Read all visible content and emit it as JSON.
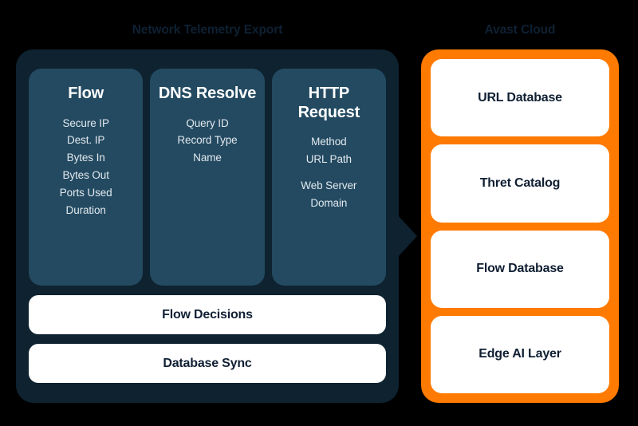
{
  "diagram": {
    "background_color": "#000000",
    "accent_orange": "#FF7A00",
    "panel_navy": "#0E2230",
    "card_slate": "#234A61",
    "text_dark": "#101F33"
  },
  "left": {
    "title": "Network Telemetry Export",
    "protocol_cards": [
      {
        "title": "Flow",
        "items": [
          "Secure IP",
          "Dest. IP",
          "Bytes In",
          "Bytes Out",
          "Ports Used",
          "Duration"
        ]
      },
      {
        "title": "DNS\nResolve",
        "items": [
          "Query ID",
          "Record Type",
          "Name"
        ]
      },
      {
        "title": "HTTP\nRequest",
        "items": [
          "Method",
          "URL Path",
          "Web Server\nDomain"
        ]
      }
    ],
    "action_bars": [
      {
        "label": "Flow Decisions"
      },
      {
        "label": "Database Sync"
      }
    ]
  },
  "right": {
    "title": "Avast Cloud",
    "cards": [
      {
        "label": "URL Database"
      },
      {
        "label": "Thret Catalog"
      },
      {
        "label": "Flow Database"
      },
      {
        "label": "Edge AI Layer"
      }
    ]
  }
}
